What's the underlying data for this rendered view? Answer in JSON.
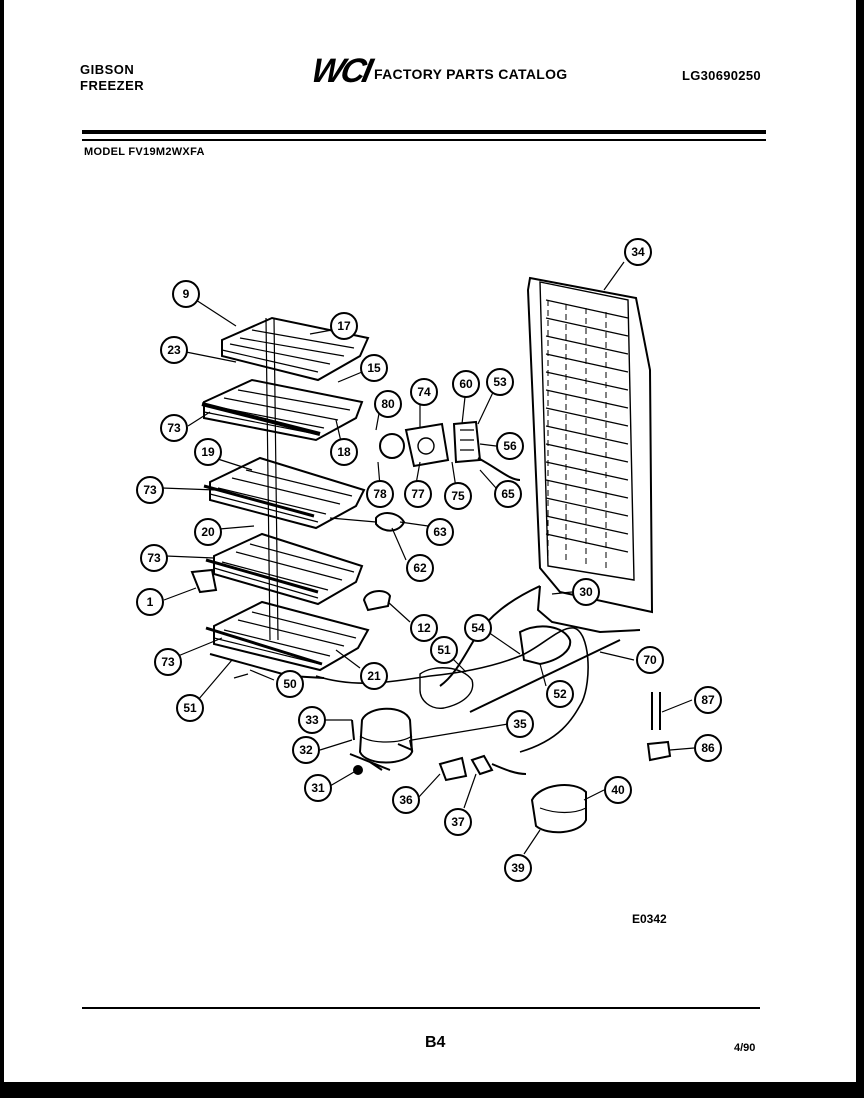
{
  "header": {
    "brand_line1": "GIBSON",
    "brand_line2": "FREEZER",
    "logo": "WCI",
    "catalog_title": "FACTORY PARTS CATALOG",
    "catalog_code": "LG30690250",
    "model": "MODEL FV19M2WXFA"
  },
  "diagram": {
    "callouts": [
      "9",
      "17",
      "23",
      "15",
      "73",
      "80",
      "74",
      "60",
      "53",
      "18",
      "19",
      "56",
      "73",
      "78",
      "77",
      "75",
      "65",
      "20",
      "63",
      "73",
      "62",
      "34",
      "1",
      "12",
      "30",
      "54",
      "70",
      "51",
      "73",
      "21",
      "52",
      "51",
      "50",
      "87",
      "33",
      "35",
      "32",
      "86",
      "31",
      "36",
      "37",
      "40",
      "39"
    ]
  },
  "footer": {
    "drawing_code": "E0342",
    "page": "B4",
    "date": "4/90"
  }
}
